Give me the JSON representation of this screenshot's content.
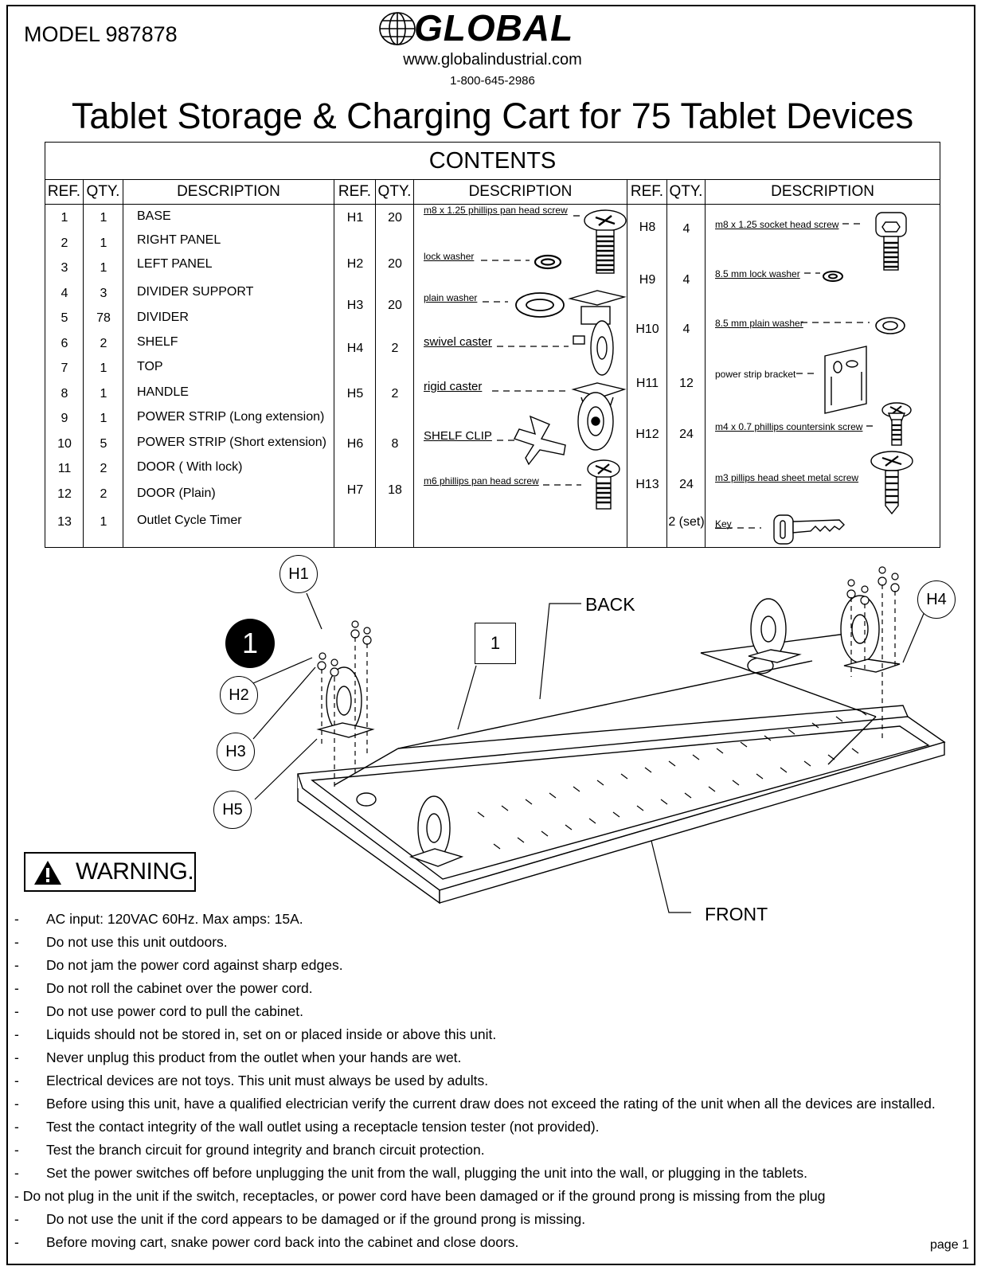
{
  "header": {
    "model": "MODEL 987878",
    "logo_text": "GLOBAL",
    "url": "www.globalindustrial.com",
    "phone": "1-800-645-2986",
    "title": "Tablet Storage & Charging Cart for 75 Tablet Devices"
  },
  "contents": {
    "heading": "CONTENTS",
    "col_ref": "REF.",
    "col_qty": "QTY.",
    "col_desc": "DESCRIPTION",
    "parts": [
      {
        "ref": "1",
        "qty": "1",
        "desc": "BASE"
      },
      {
        "ref": "2",
        "qty": "1",
        "desc": "RIGHT PANEL"
      },
      {
        "ref": "3",
        "qty": "1",
        "desc": "LEFT PANEL"
      },
      {
        "ref": "4",
        "qty": "3",
        "desc": "DIVIDER SUPPORT"
      },
      {
        "ref": "5",
        "qty": "78",
        "desc": "DIVIDER"
      },
      {
        "ref": "6",
        "qty": "2",
        "desc": "SHELF"
      },
      {
        "ref": "7",
        "qty": "1",
        "desc": "TOP"
      },
      {
        "ref": "8",
        "qty": "1",
        "desc": "HANDLE"
      },
      {
        "ref": "9",
        "qty": "1",
        "desc": "POWER STRIP (Long extension)"
      },
      {
        "ref": "10",
        "qty": "5",
        "desc": "POWER STRIP (Short extension)"
      },
      {
        "ref": "11",
        "qty": "2",
        "desc": "DOOR ( With lock)"
      },
      {
        "ref": "12",
        "qty": "2",
        "desc": "DOOR (Plain)"
      },
      {
        "ref": "13",
        "qty": "1",
        "desc": "Outlet Cycle Timer"
      }
    ],
    "hardware_mid": [
      {
        "ref": "H1",
        "qty": "20",
        "desc": "m8 x 1.25 phillips pan head screw"
      },
      {
        "ref": "H2",
        "qty": "20",
        "desc": "lock washer"
      },
      {
        "ref": "H3",
        "qty": "20",
        "desc": "plain washer"
      },
      {
        "ref": "H4",
        "qty": "2",
        "desc": "swivel caster"
      },
      {
        "ref": "H5",
        "qty": "2",
        "desc": "rigid caster"
      },
      {
        "ref": "H6",
        "qty": "8",
        "desc": "SHELF CLIP"
      },
      {
        "ref": "H7",
        "qty": "18",
        "desc": "m6 phillips pan head screw"
      }
    ],
    "hardware_right": [
      {
        "ref": "H8",
        "qty": "4",
        "desc": "m8 x 1.25 socket head screw"
      },
      {
        "ref": "H9",
        "qty": "4",
        "desc": "8.5 mm lock washer"
      },
      {
        "ref": "H10",
        "qty": "4",
        "desc": "8.5 mm plain washer"
      },
      {
        "ref": "H11",
        "qty": "12",
        "desc": "power strip bracket"
      },
      {
        "ref": "H12",
        "qty": "24",
        "desc": "m4 x 0.7 phillips countersink screw"
      },
      {
        "ref": "H13",
        "qty": "24",
        "desc": "m3 pillips head sheet metal screw"
      },
      {
        "ref": "",
        "qty": "2 (set)",
        "desc": "Key"
      }
    ]
  },
  "diagram": {
    "step": "1",
    "part_ref": "1",
    "back_label": "BACK",
    "front_label": "FRONT",
    "callouts": [
      "H1",
      "H2",
      "H3",
      "H5",
      "H4"
    ]
  },
  "warning": {
    "heading": "WARNING.",
    "items": [
      "AC input: 120VAC 60Hz. Max amps: 15A.",
      "Do not use this unit outdoors.",
      "Do not jam the power cord against sharp edges.",
      "Do not roll the cabinet over the power cord.",
      "Do not use power cord to pull the cabinet.",
      "Liquids should not be stored in, set on or placed inside or above this unit.",
      "Never unplug this product from the outlet when your hands are wet.",
      "Electrical devices are not toys. This unit must always be used by adults.",
      "Before using this unit, have a qualified electrician verify the current draw does not exceed the rating of the unit when all the devices are installed.",
      "Test the contact integrity of the wall outlet using a receptacle tension tester (not provided).",
      "Test the branch circuit for ground integrity and branch circuit protection.",
      "Set the power switches off before unplugging the unit from the wall, plugging the unit into the wall, or plugging in the tablets.",
      "- Do not plug in the unit if the switch, receptacles, or power cord have been damaged or if the ground prong is missing from the plug",
      "Do not use the unit if the cord appears to be damaged or if the ground prong is missing.",
      "Before moving cart, snake power cord back into the cabinet and close doors."
    ],
    "dash": "-"
  },
  "footer": {
    "page": "page 1"
  }
}
